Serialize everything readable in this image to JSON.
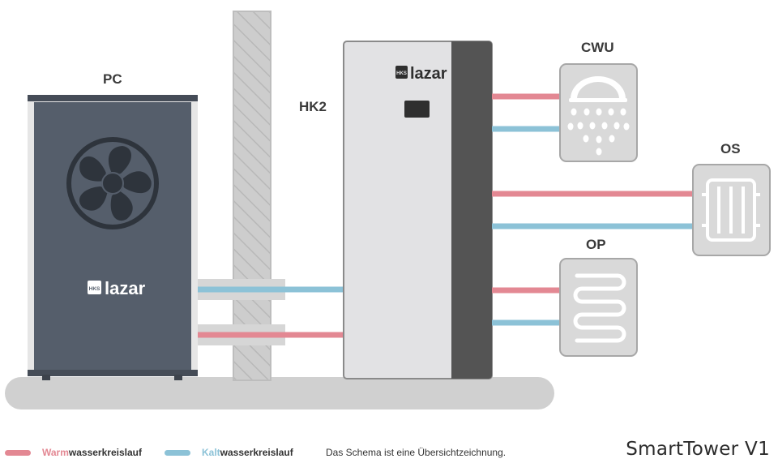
{
  "labels": {
    "pc": "PC",
    "hk2": "HK2",
    "cwu": "CWU",
    "os": "OS",
    "op": "OP"
  },
  "logo": {
    "brand": "lazar",
    "mark": "HKS"
  },
  "legend": {
    "warm_prefix": "Warm",
    "warm_suffix": "wasserkreislauf",
    "cold_prefix": "Kalt",
    "cold_suffix": "wasserkreislauf",
    "note": "Das Schema ist eine Übersichtzeichnung."
  },
  "product": {
    "name": "SmartTower V1"
  },
  "colors": {
    "warm": "#e38893",
    "cold": "#8cc2d7",
    "unit_dark": "#555e6b",
    "tower_light": "#e2e2e4",
    "tower_dark": "#545454",
    "ground": "#d0d0d0",
    "wall": "#cfcfcf"
  },
  "icons": {
    "fan": "fan-icon",
    "shower": "shower-icon",
    "radiator": "radiator-icon",
    "floor_heating": "floor-heating-icon"
  }
}
